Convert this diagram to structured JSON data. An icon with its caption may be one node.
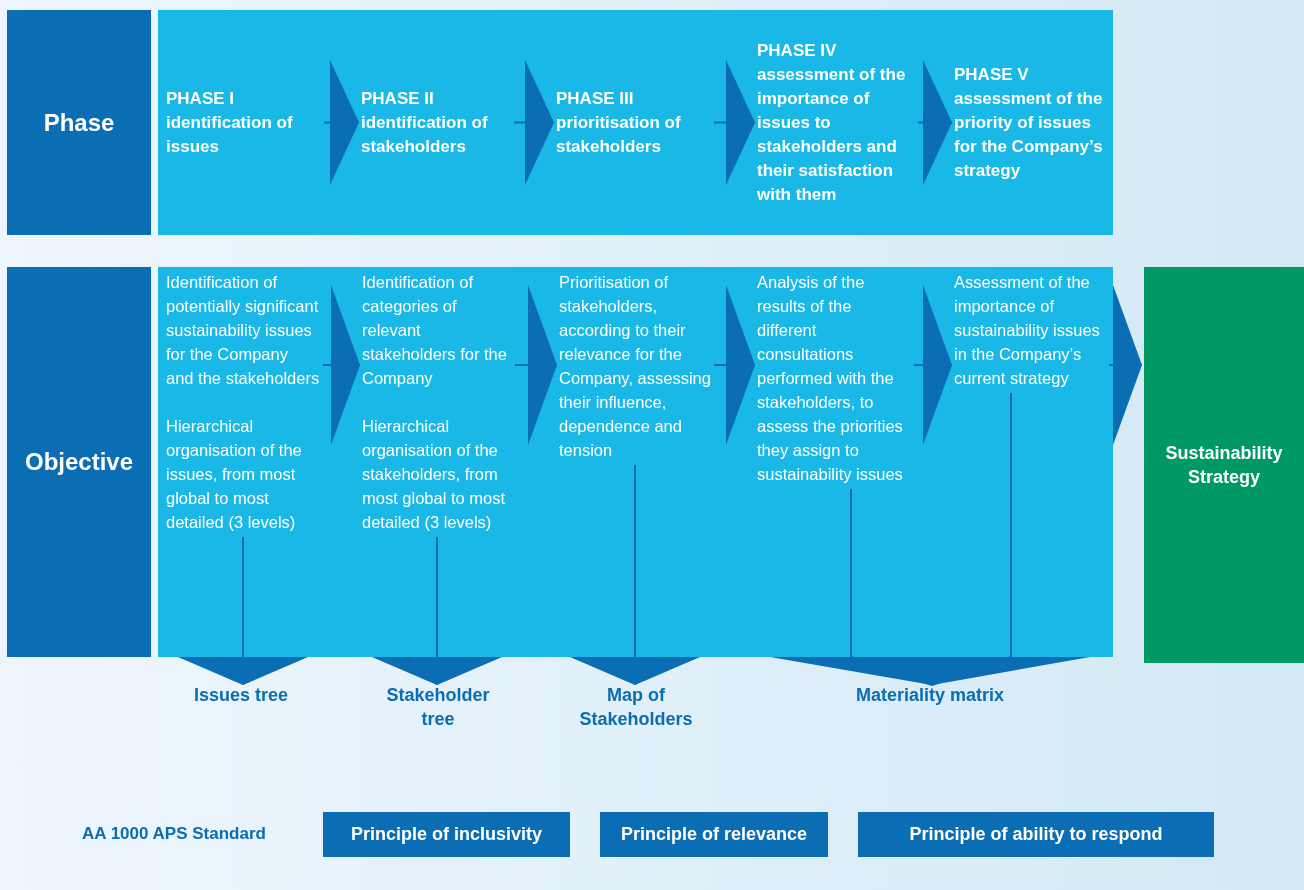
{
  "diagram": {
    "nodes": [
      {
        "text": [
          "Phase"
        ]
      },
      {
        "text": [
          "PHASE I",
          "identification of issues"
        ]
      },
      {
        "text": [
          "PHASE II",
          "identification of stakeholders"
        ]
      },
      {
        "text": [
          "PHASE III",
          "prioritisation of stakeholders"
        ]
      },
      {
        "text": [
          "PHASE IV",
          "assessment of the importance of issues to stakeholders and their satisfaction with them"
        ]
      },
      {
        "text": [
          "PHASE V",
          "assessment of the priority of issues for the Company’s strategy"
        ]
      },
      {
        "text": [
          "Objective"
        ]
      },
      {
        "text": [
          "Identification of potentially significant sustainability issues for the Company and the stakeholders",
          "Hierarchical organisation of the issues, from most global to most detailed (3 levels)"
        ]
      },
      {
        "text": [
          "Identification of categories of relevant stakeholders for the Company",
          "Hierarchical organisation of the stakeholders, from most global to most detailed (3 levels)"
        ]
      },
      {
        "text": [
          "Prioritisation of stakeholders, according to their relevance for the Company, assessing their influence, dependence and tension"
        ]
      },
      {
        "text": [
          "Analysis of the results of the different consultations performed with the stakeholders, to assess the priorities they assign to sustainability issues"
        ]
      },
      {
        "text": [
          "Assessment of the importance of sustainability issues in the Company’s current strategy"
        ]
      },
      {
        "text": [
          "Sustainability Strategy"
        ]
      },
      {
        "text": [
          "Issues tree"
        ]
      },
      {
        "text": [
          "Stakeholder tree"
        ]
      },
      {
        "text": [
          "Map of Stakeholders"
        ]
      },
      {
        "text": [
          "Materiality matrix"
        ]
      },
      {
        "text": [
          "Principle of inclusivity"
        ]
      },
      {
        "text": [
          "Principle of relevance"
        ]
      },
      {
        "text": [
          "Principle of ability to respond"
        ]
      }
    ],
    "edges": [
      {
        "from": 1,
        "to": 2,
        "arrow": "to"
      },
      {
        "from": 2,
        "to": 3,
        "arrow": "to"
      },
      {
        "from": 3,
        "to": 4,
        "arrow": "to"
      },
      {
        "from": 4,
        "to": 5,
        "arrow": "to"
      },
      {
        "from": 7,
        "to": 8,
        "arrow": "to"
      },
      {
        "from": 8,
        "to": 9,
        "arrow": "to"
      },
      {
        "from": 9,
        "to": 10,
        "arrow": "to"
      },
      {
        "from": 10,
        "to": 11,
        "arrow": "to"
      },
      {
        "from": 11,
        "to": 12,
        "arrow": "to"
      },
      {
        "from": 7,
        "to": 13,
        "arrow": "to"
      },
      {
        "from": 8,
        "to": 14,
        "arrow": "to"
      },
      {
        "from": 9,
        "to": 15,
        "arrow": "to"
      },
      {
        "from": 10,
        "to": 16,
        "arrow": "to"
      },
      {
        "from": 11,
        "to": 16,
        "arrow": "to"
      }
    ],
    "labels": [
      "AA 1000 APS Standard"
    ]
  }
}
